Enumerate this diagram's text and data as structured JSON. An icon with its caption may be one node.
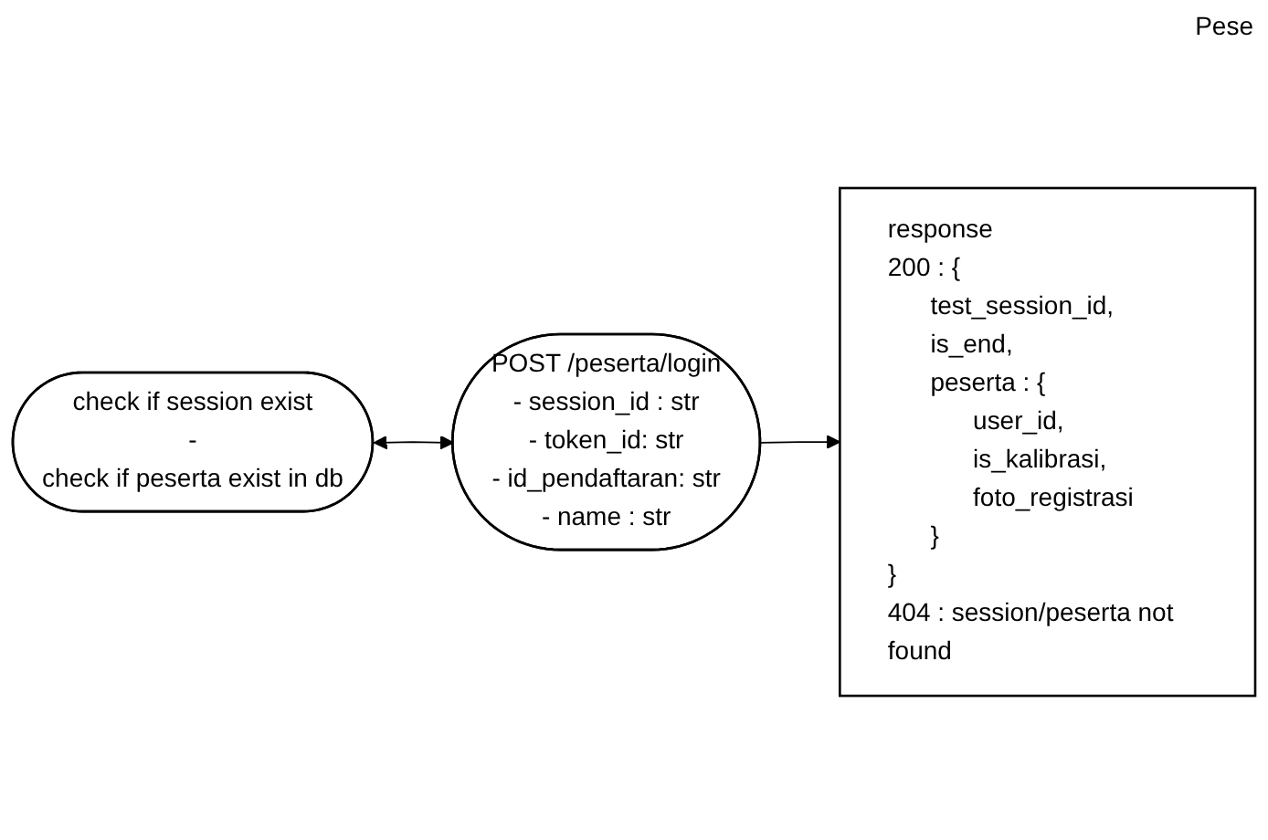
{
  "diagram": {
    "nodes": [
      {
        "text": [
          "check if session exist",
          "-",
          "check if peserta exist in db"
        ]
      },
      {
        "text": [
          "POST /peserta/login",
          "- session_id : str",
          "- token_id: str",
          "- id_pendaftaran: str",
          "- name : str"
        ]
      },
      {
        "text": [
          "response",
          "200 : {",
          "test_session_id,",
          "is_end,",
          "peserta : {",
          "user_id,",
          "is_kalibrasi,",
          "foto_registrasi",
          "}",
          "}",
          "404 : session/peserta not found"
        ]
      }
    ],
    "edges": [
      {
        "from": 0,
        "to": 1,
        "arrow": "both"
      },
      {
        "from": 1,
        "to": 2,
        "arrow": "to"
      }
    ],
    "labels": [
      "Pese"
    ]
  }
}
